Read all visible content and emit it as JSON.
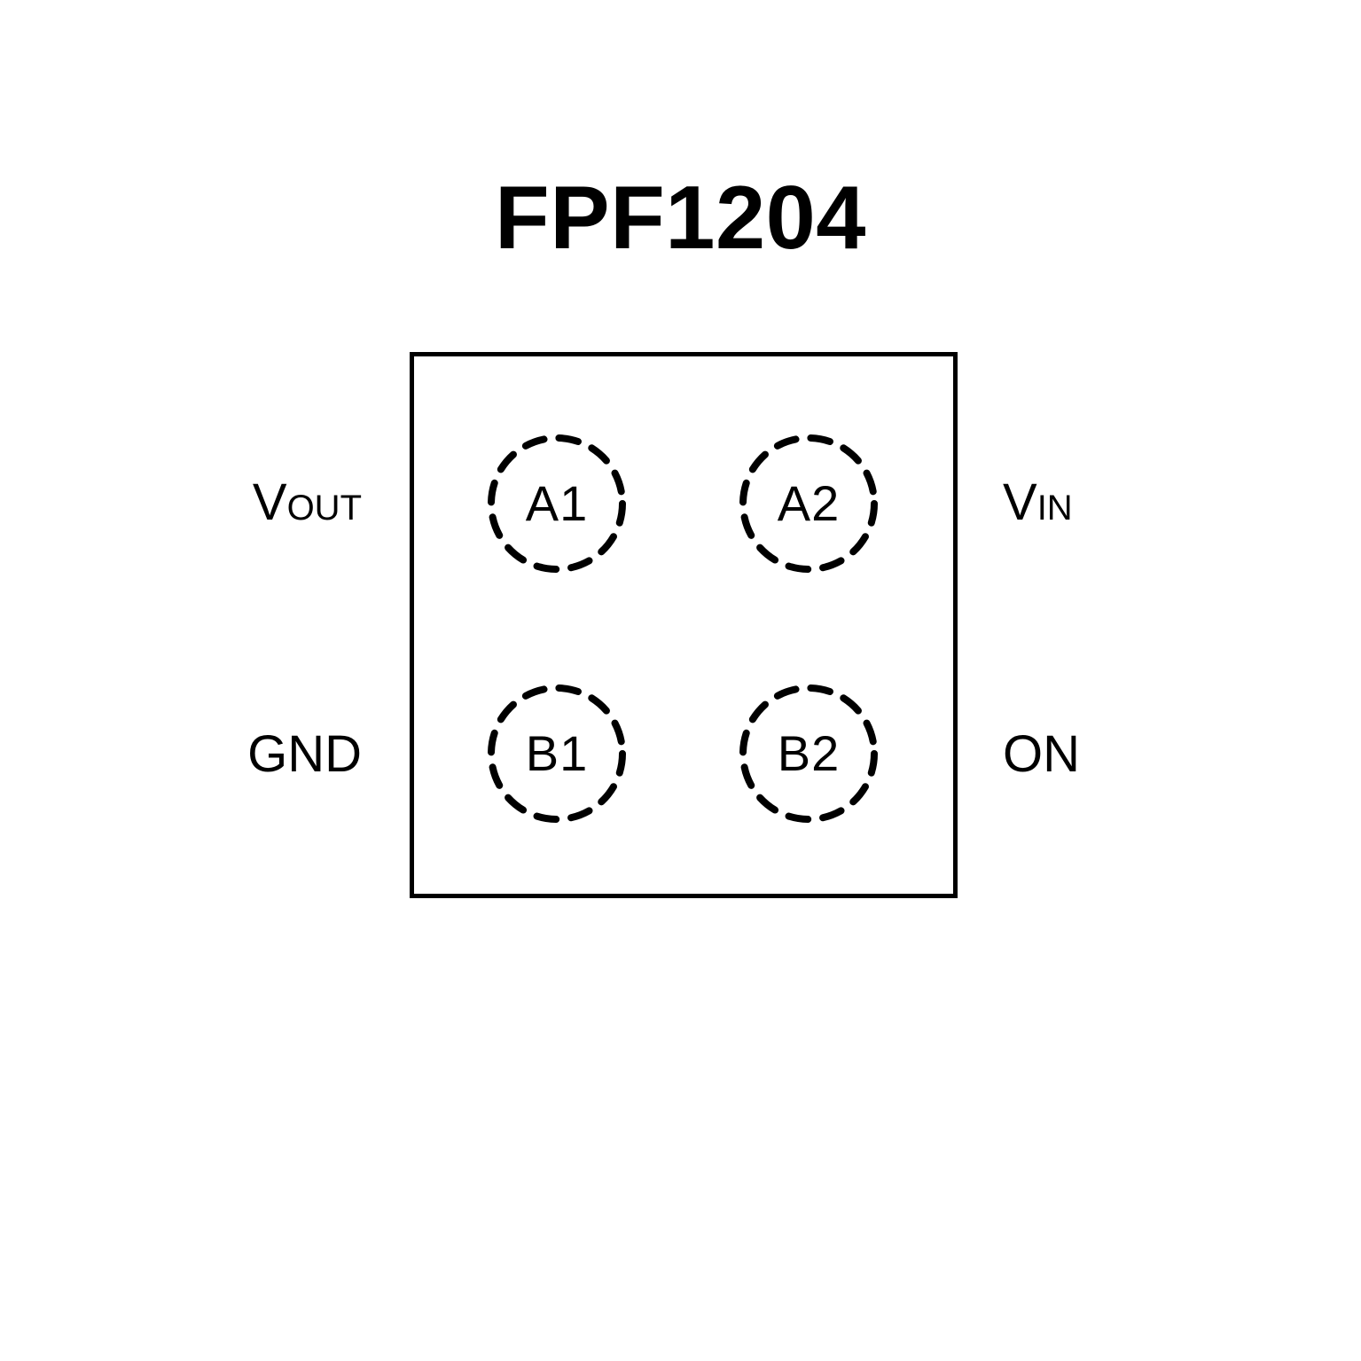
{
  "title": "FPF1204",
  "package": {
    "view": "top-view-pinout",
    "outline_shape": "square",
    "outline_color": "#000000",
    "background_color": "#ffffff"
  },
  "balls": [
    {
      "id": "A1",
      "row": "A",
      "column": "1",
      "position": "top-left",
      "pin_name": "VOUT",
      "pad_style": "dashed-circle"
    },
    {
      "id": "A2",
      "row": "A",
      "column": "2",
      "position": "top-right",
      "pin_name": "VIN",
      "pad_style": "dashed-circle"
    },
    {
      "id": "B1",
      "row": "B",
      "column": "1",
      "position": "bottom-left",
      "pin_name": "GND",
      "pad_style": "dashed-circle"
    },
    {
      "id": "B2",
      "row": "B",
      "column": "2",
      "position": "bottom-right",
      "pin_name": "ON",
      "pad_style": "dashed-circle"
    }
  ],
  "pin_labels": {
    "vout": {
      "base": "V",
      "subscript": "OUT",
      "side": "left",
      "ball": "A1"
    },
    "vin": {
      "base": "V",
      "subscript": "IN",
      "side": "right",
      "ball": "A2"
    },
    "gnd": {
      "base": "GND",
      "subscript": "",
      "side": "left",
      "ball": "B1"
    },
    "on": {
      "base": "ON",
      "subscript": "",
      "side": "right",
      "ball": "B2"
    }
  }
}
